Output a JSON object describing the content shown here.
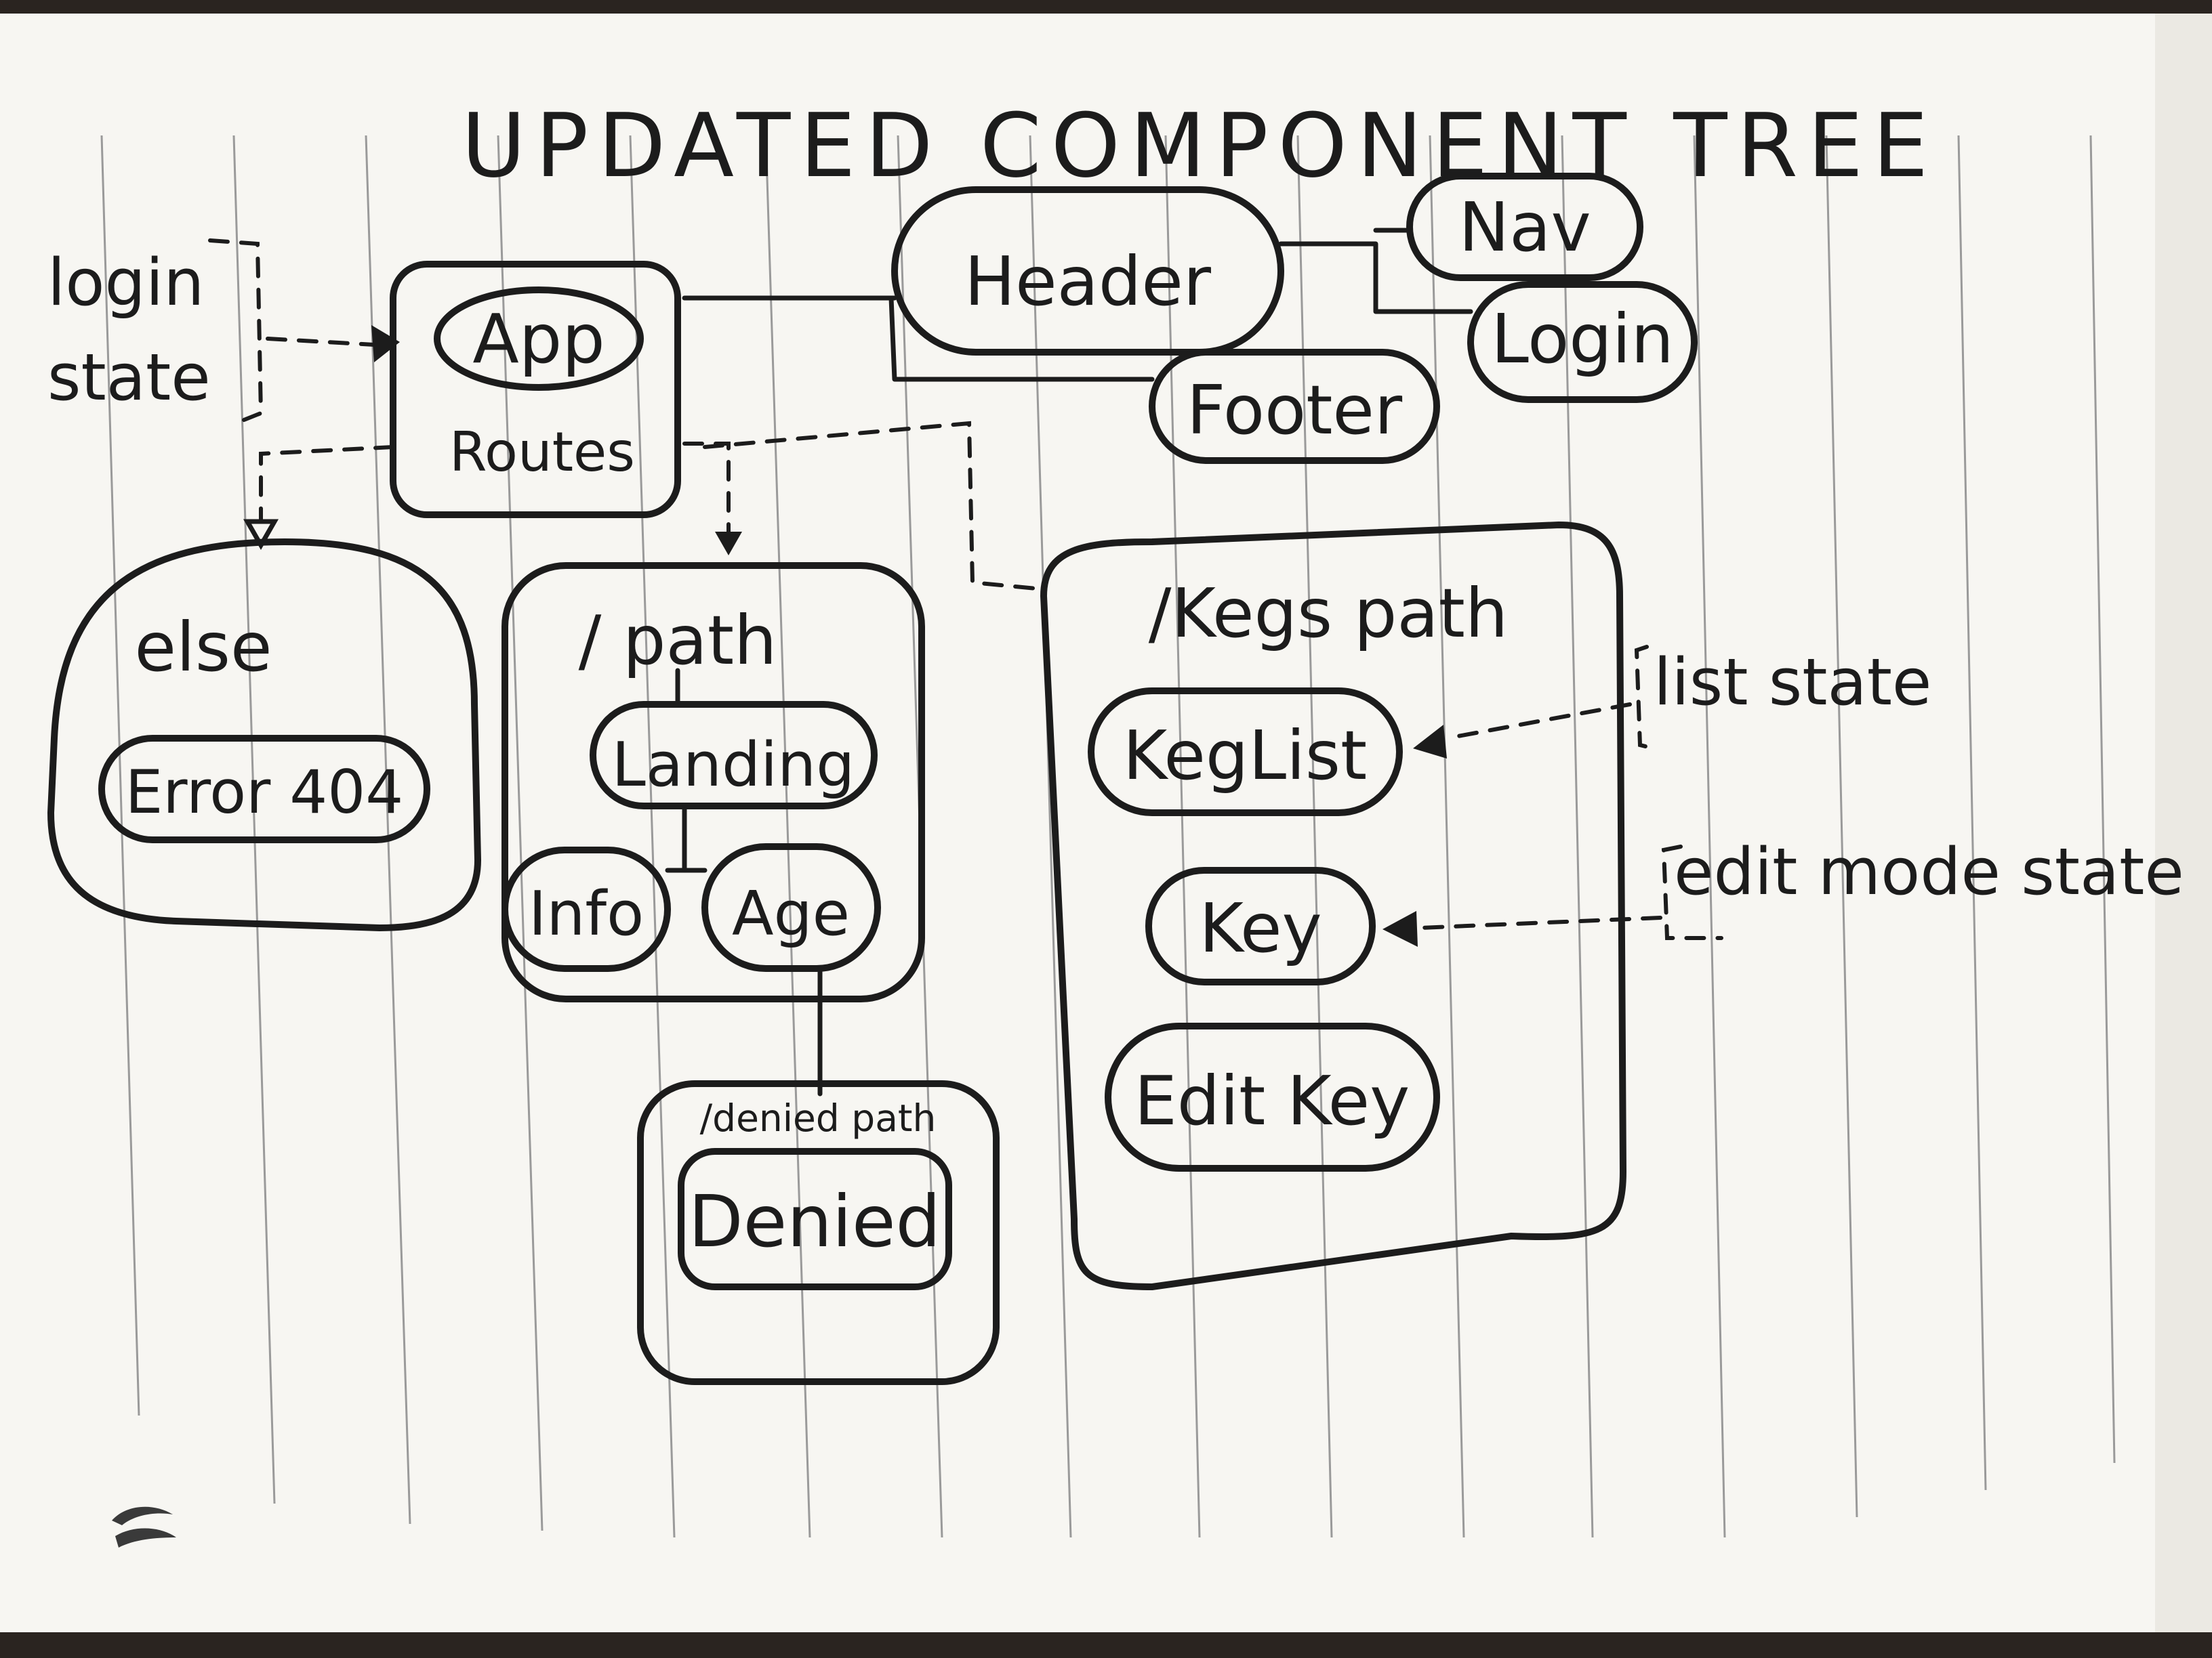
{
  "title": "UPDATED COMPONENT TREE",
  "nodes": {
    "app": "App",
    "routes": "Routes",
    "header": "Header",
    "nav": "Nav",
    "login": "Login",
    "footer": "Footer",
    "else": "else",
    "error404": "Error 404",
    "root_path": "/ path",
    "landing": "Landing",
    "info": "Info",
    "age": "Age",
    "denied_path": "/denied path",
    "denied": "Denied",
    "kegs_path": "/Kegs path",
    "keglist": "KegList",
    "key": "Key",
    "editkey": "Edit Key"
  },
  "states": {
    "login_line1": "login",
    "login_line2": "state",
    "list_state": "list state",
    "edit_mode_state": "edit mode state"
  },
  "colors": {
    "ink": "#1c1c1c",
    "paper": "#f7f6f2",
    "rule": "#9a9a9a"
  }
}
